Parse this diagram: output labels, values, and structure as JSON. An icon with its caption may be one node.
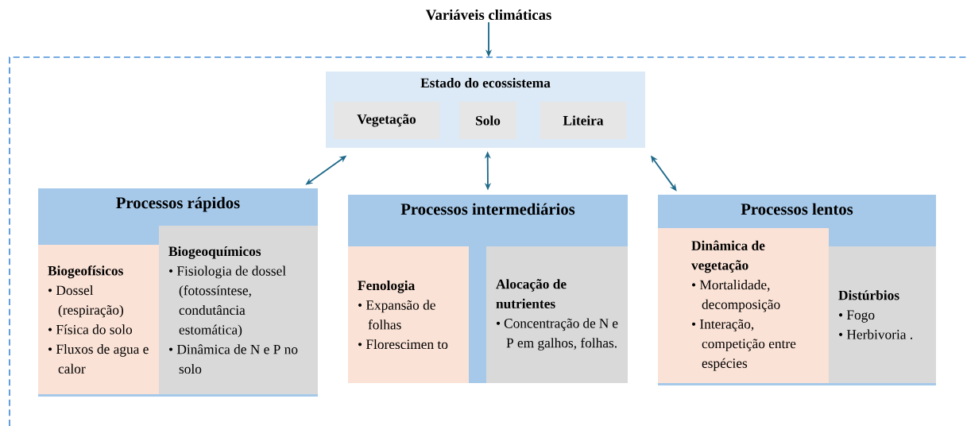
{
  "diagram": {
    "nodes": [
      {
        "text": [
          "Variáveis climáticas"
        ]
      },
      {
        "text": [],
        "shape": "box"
      },
      {
        "text": [
          "Estado do ecossistema"
        ],
        "in": 1
      },
      {
        "text": [
          "Vegetação"
        ],
        "in": 2
      },
      {
        "text": [
          "Solo"
        ],
        "in": 2
      },
      {
        "text": [
          "Liteira"
        ],
        "in": 2
      },
      {
        "text": [
          "Processos rápidos"
        ],
        "in": 1
      },
      {
        "text": [
          "Biogeofísicos",
          "• Dossel (respiração)",
          "• Física do solo",
          "• Fluxos de agua e calor"
        ],
        "in": 6
      },
      {
        "text": [
          "Biogeoquímicos",
          "• Fisiologia de dossel (fotossíntese, condutância estomática)",
          "• Dinâmica de N e P no solo"
        ],
        "in": 6
      },
      {
        "text": [
          "Processos intermediários"
        ],
        "in": 1
      },
      {
        "text": [
          "Fenologia",
          "• Expansão de folhas",
          "• Florescimen to"
        ],
        "in": 9
      },
      {
        "text": [
          "Alocação de nutrientes",
          "• Concentração de N e P em galhos, folhas."
        ],
        "in": 9
      },
      {
        "text": [
          "Processos lentos"
        ],
        "in": 1
      },
      {
        "text": [
          "Dinâmica de vegetação",
          "• Mortalidade, decomposição",
          "• Interação, competição entre espécies"
        ],
        "in": 12
      },
      {
        "text": [
          "Distúrbios",
          "• Fogo",
          "• Herbivoria ."
        ],
        "in": 12
      }
    ],
    "edges": [
      {
        "from": 0,
        "to": 1,
        "arrow": "to"
      },
      {
        "from": 6,
        "to": 2,
        "arrow": "both"
      },
      {
        "from": 2,
        "to": 9,
        "arrow": "both"
      },
      {
        "from": 2,
        "to": 12,
        "arrow": "both"
      }
    ]
  }
}
